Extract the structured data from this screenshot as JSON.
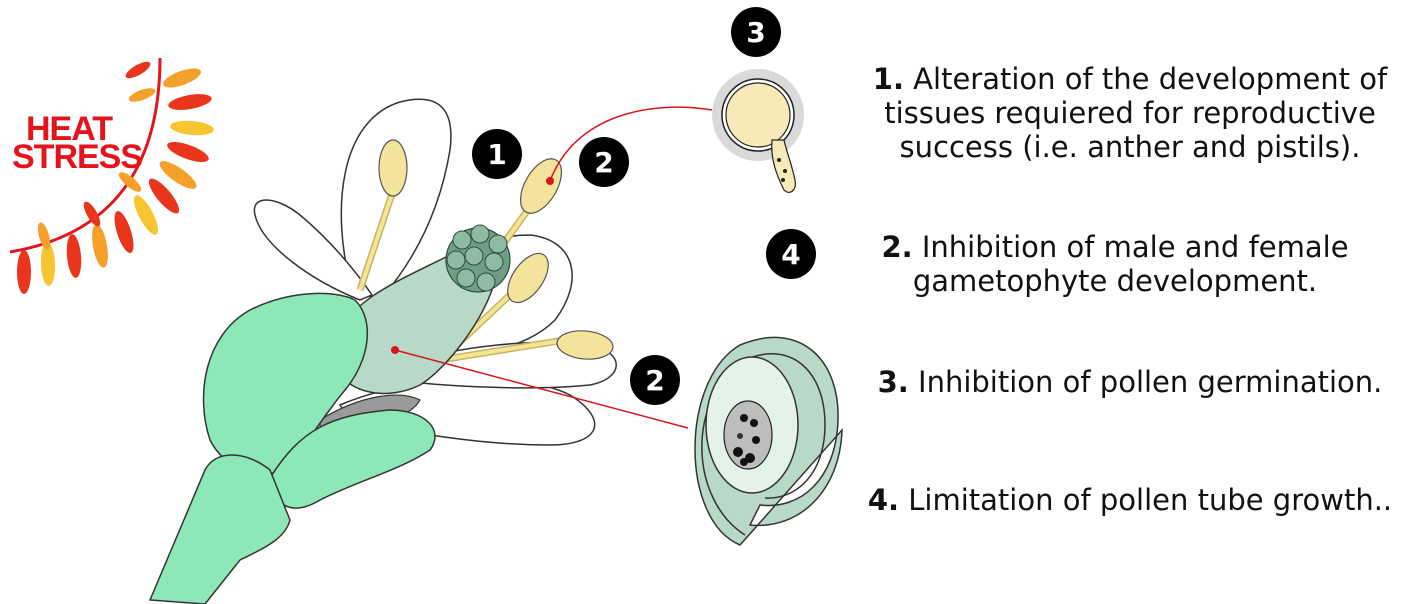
{
  "logo": {
    "line1": "HEAT",
    "line2": "STRESS"
  },
  "badges": [
    "1",
    "2",
    "3",
    "4",
    "2"
  ],
  "legend": [
    {
      "num": "1.",
      "text": " Alteration of the development of tissues requiered for reproductive success (i.e. anther and pistils)."
    },
    {
      "num": "2.",
      "text": " Inhibition of male and female gametophyte development."
    },
    {
      "num": "3.",
      "text": " Inhibition of pollen germination."
    },
    {
      "num": "4.",
      "text": " Limitation of pollen tube growth.."
    }
  ],
  "colors": {
    "sepal_green": "#8de8b8",
    "ovary_green": "#b8d8c8",
    "anther_yellow": "#f4e39a",
    "stigma_green": "#6f9e86",
    "heat_red": "#e3141b",
    "leader_red": "#d8141e"
  }
}
